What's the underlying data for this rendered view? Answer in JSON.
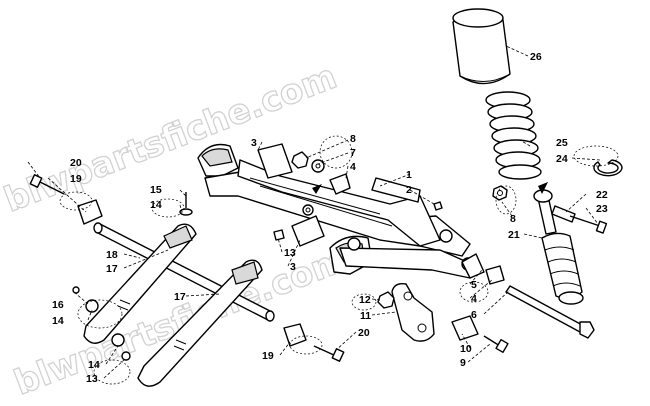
{
  "watermark": {
    "line1": "blwpartsfiche.com",
    "line2": "blwpartsfiche.com"
  },
  "callouts": [
    {
      "id": "c1",
      "label": "1"
    },
    {
      "id": "c2",
      "label": "2"
    },
    {
      "id": "c3a",
      "label": "3"
    },
    {
      "id": "c3b",
      "label": "3"
    },
    {
      "id": "c4a",
      "label": "4"
    },
    {
      "id": "c4b",
      "label": "4"
    },
    {
      "id": "c5",
      "label": "5"
    },
    {
      "id": "c6",
      "label": "6"
    },
    {
      "id": "c7",
      "label": "7"
    },
    {
      "id": "c8a",
      "label": "8"
    },
    {
      "id": "c8b",
      "label": "8"
    },
    {
      "id": "c9",
      "label": "9"
    },
    {
      "id": "c10",
      "label": "10"
    },
    {
      "id": "c11",
      "label": "11"
    },
    {
      "id": "c12",
      "label": "12"
    },
    {
      "id": "c13a",
      "label": "13"
    },
    {
      "id": "c13b",
      "label": "13"
    },
    {
      "id": "c14a",
      "label": "14"
    },
    {
      "id": "c14b",
      "label": "14"
    },
    {
      "id": "c14c",
      "label": "14"
    },
    {
      "id": "c15",
      "label": "15"
    },
    {
      "id": "c16",
      "label": "16"
    },
    {
      "id": "c17a",
      "label": "17"
    },
    {
      "id": "c17b",
      "label": "17"
    },
    {
      "id": "c18",
      "label": "18"
    },
    {
      "id": "c19a",
      "label": "19"
    },
    {
      "id": "c19b",
      "label": "19"
    },
    {
      "id": "c20a",
      "label": "20"
    },
    {
      "id": "c20b",
      "label": "20"
    },
    {
      "id": "c21",
      "label": "21"
    },
    {
      "id": "c22",
      "label": "22"
    },
    {
      "id": "c23",
      "label": "23"
    },
    {
      "id": "c24",
      "label": "24"
    },
    {
      "id": "c25",
      "label": "25"
    },
    {
      "id": "c26",
      "label": "26"
    }
  ]
}
